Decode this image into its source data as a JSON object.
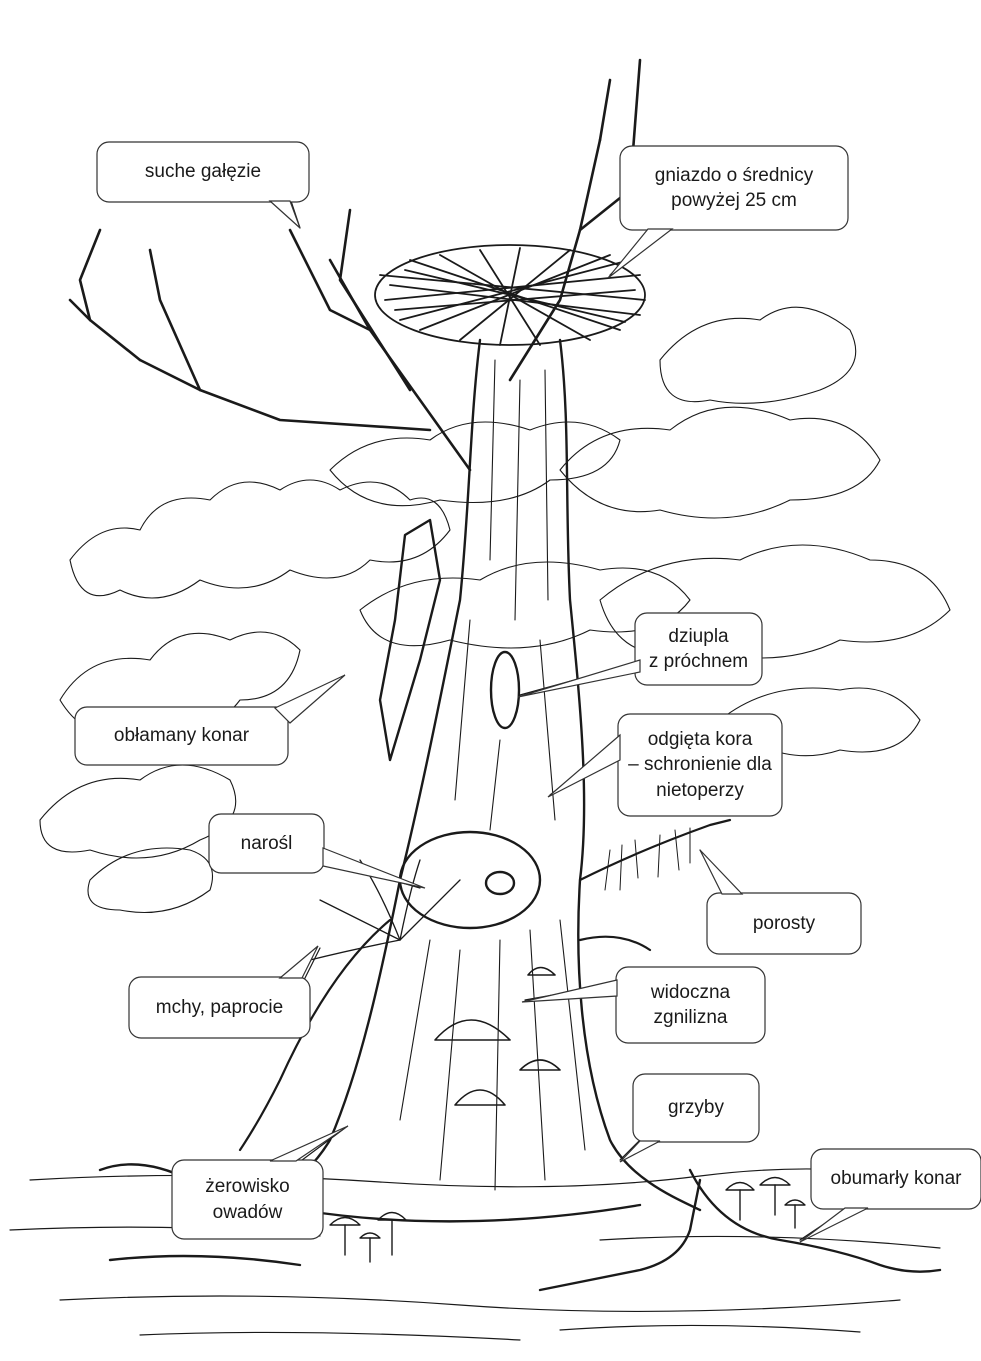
{
  "labels": {
    "suche_galezie": "suche gałęzie",
    "gniazdo": "gniazdo o średnicy\npowyżej 25 cm",
    "dziupla": "dziupla\nz próchnem",
    "oblamany_konar": "obłamany konar",
    "odgieta_kora": "odgięta kora\n– schronienie dla\nnietoperzy",
    "narosl": "narośl",
    "porosty": "porosty",
    "mchy": "mchy, paprocie",
    "zgnilizna": "widoczna\nzgnilizna",
    "grzyby": "grzyby",
    "zerowisko": "żerowisko\nowadów",
    "obumarly_konar": "obumarły konar"
  },
  "colors": {
    "ink": "#1a1a1a",
    "bubble_fill": "#ffffff",
    "bubble_stroke": "#333333"
  }
}
